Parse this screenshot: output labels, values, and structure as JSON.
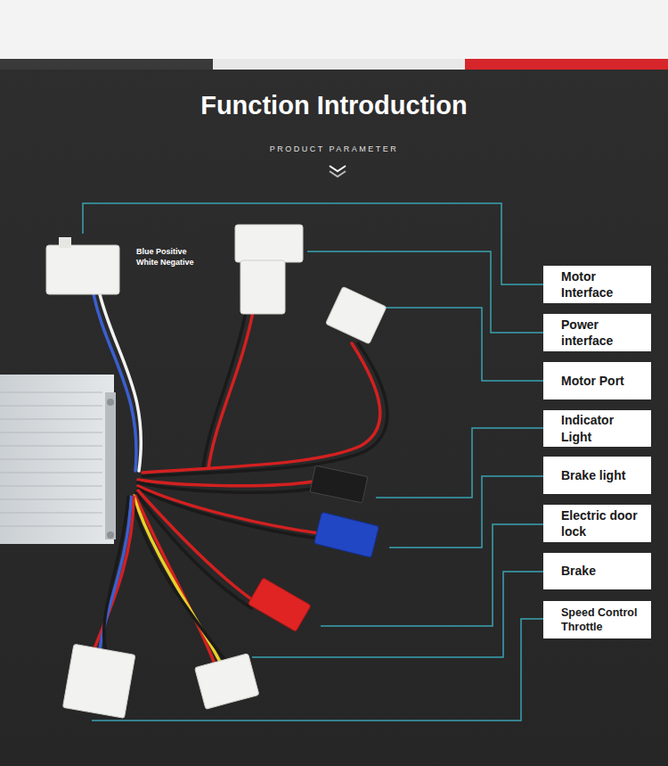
{
  "diagram": {
    "title": "Function Introduction",
    "nodes": [
      {
        "text": [
          "Motor Interface"
        ]
      },
      {
        "text": [
          "Power interface"
        ]
      },
      {
        "text": [
          "Motor Port"
        ]
      },
      {
        "text": [
          "Indicator Light"
        ]
      },
      {
        "text": [
          "Brake light"
        ]
      },
      {
        "text": [
          "Electric door lock"
        ]
      },
      {
        "text": [
          "Brake"
        ]
      },
      {
        "text": [
          "Speed Control Throttle"
        ]
      }
    ],
    "labels": [
      "PRODUCT PARAMETER",
      "Blue Positive",
      "White Negative"
    ]
  }
}
